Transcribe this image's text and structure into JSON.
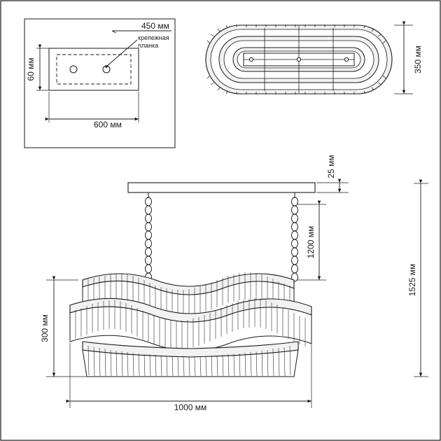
{
  "diagram": {
    "title": "chandelier-technical-drawing",
    "colors": {
      "line": "#1a1a1a",
      "background": "#ffffff",
      "fixture_fill": "#e8e8e8"
    },
    "top_left_view": {
      "name": "mounting-plate-detail",
      "labels": {
        "width": "600 мм",
        "height": "60 мм",
        "plate_width": "450 мм",
        "callout_line1": "крепежная",
        "callout_line2": "планка"
      }
    },
    "top_right_view": {
      "name": "top-plan-view",
      "labels": {
        "depth": "350 мм"
      }
    },
    "main_view": {
      "name": "front-elevation-view",
      "labels": {
        "canopy_height": "25 мм",
        "chain_length": "1200 мм",
        "fixture_height": "300 мм",
        "total_height": "1525 мм",
        "total_width": "1000 мм"
      }
    }
  }
}
